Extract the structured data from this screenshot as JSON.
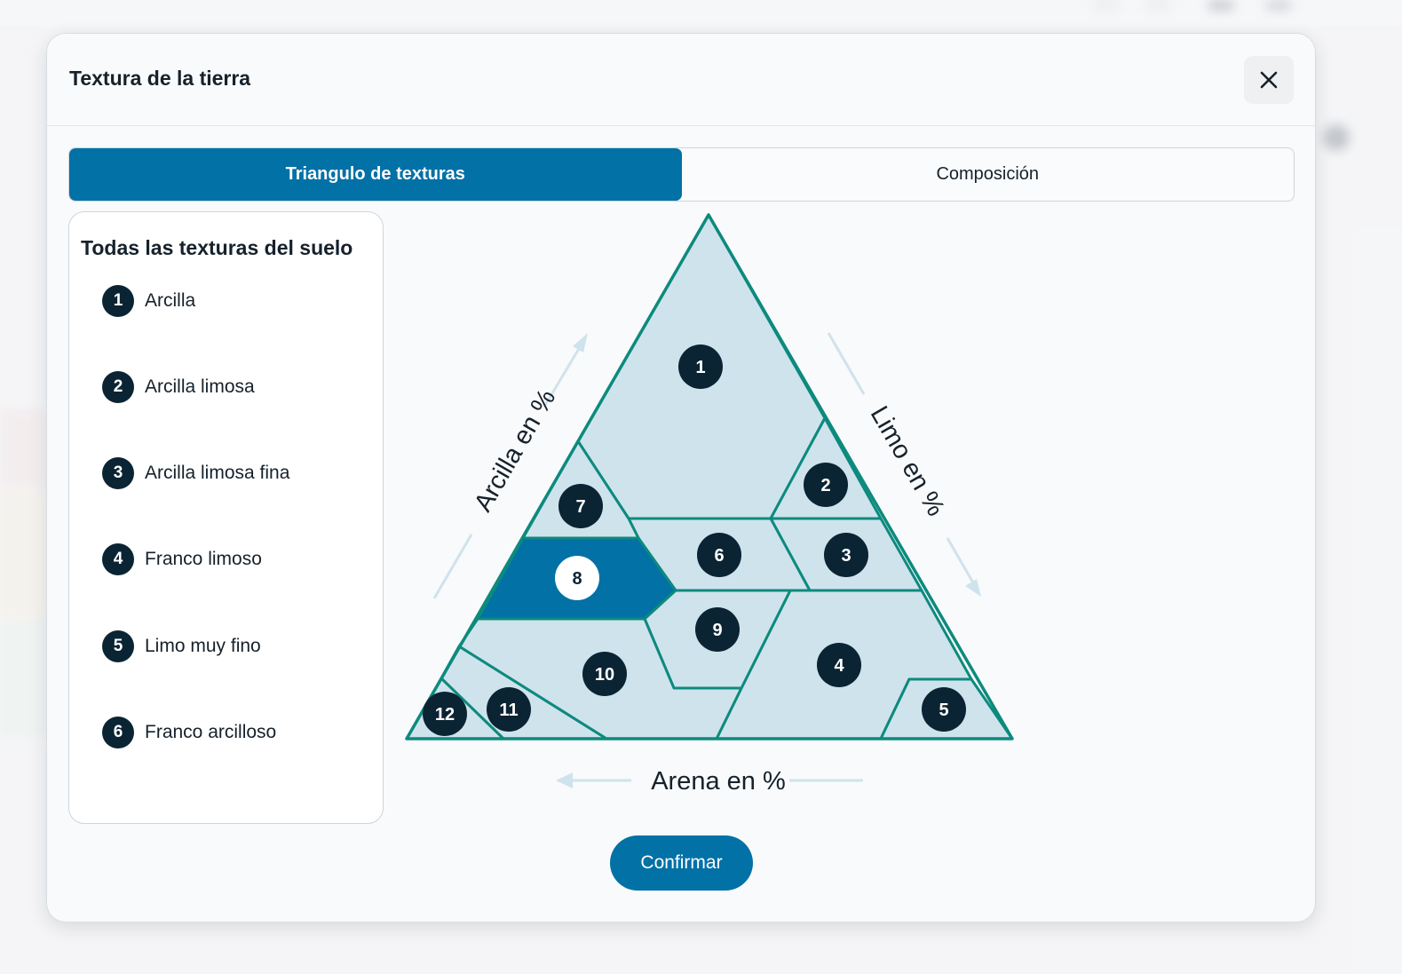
{
  "modal": {
    "title": "Textura de la tierra",
    "close_icon": "close-icon"
  },
  "tabs": [
    {
      "label": "Triangulo de texturas",
      "active": true
    },
    {
      "label": "Composición",
      "active": false
    }
  ],
  "legend": {
    "title": "Todas las texturas del suelo",
    "items": [
      {
        "number": "1",
        "label": "Arcilla"
      },
      {
        "number": "2",
        "label": "Arcilla limosa"
      },
      {
        "number": "3",
        "label": "Arcilla limosa fina"
      },
      {
        "number": "4",
        "label": "Franco limoso"
      },
      {
        "number": "5",
        "label": "Limo muy fino"
      },
      {
        "number": "6",
        "label": "Franco arcilloso"
      }
    ]
  },
  "triangle": {
    "axes": {
      "clay": "Arcilla en %",
      "silt": "Limo en %",
      "sand": "Arena en %"
    },
    "regions": [
      "1",
      "2",
      "3",
      "4",
      "5",
      "6",
      "7",
      "8",
      "9",
      "10",
      "11",
      "12"
    ],
    "selected_region": "8"
  },
  "confirm_label": "Confirmar",
  "colors": {
    "primary": "#0271a6",
    "region_fill": "#cfe3ec",
    "region_stroke": "#0d8a7e",
    "badge": "#0b2433",
    "axis_arrow": "#cfe3ec"
  }
}
